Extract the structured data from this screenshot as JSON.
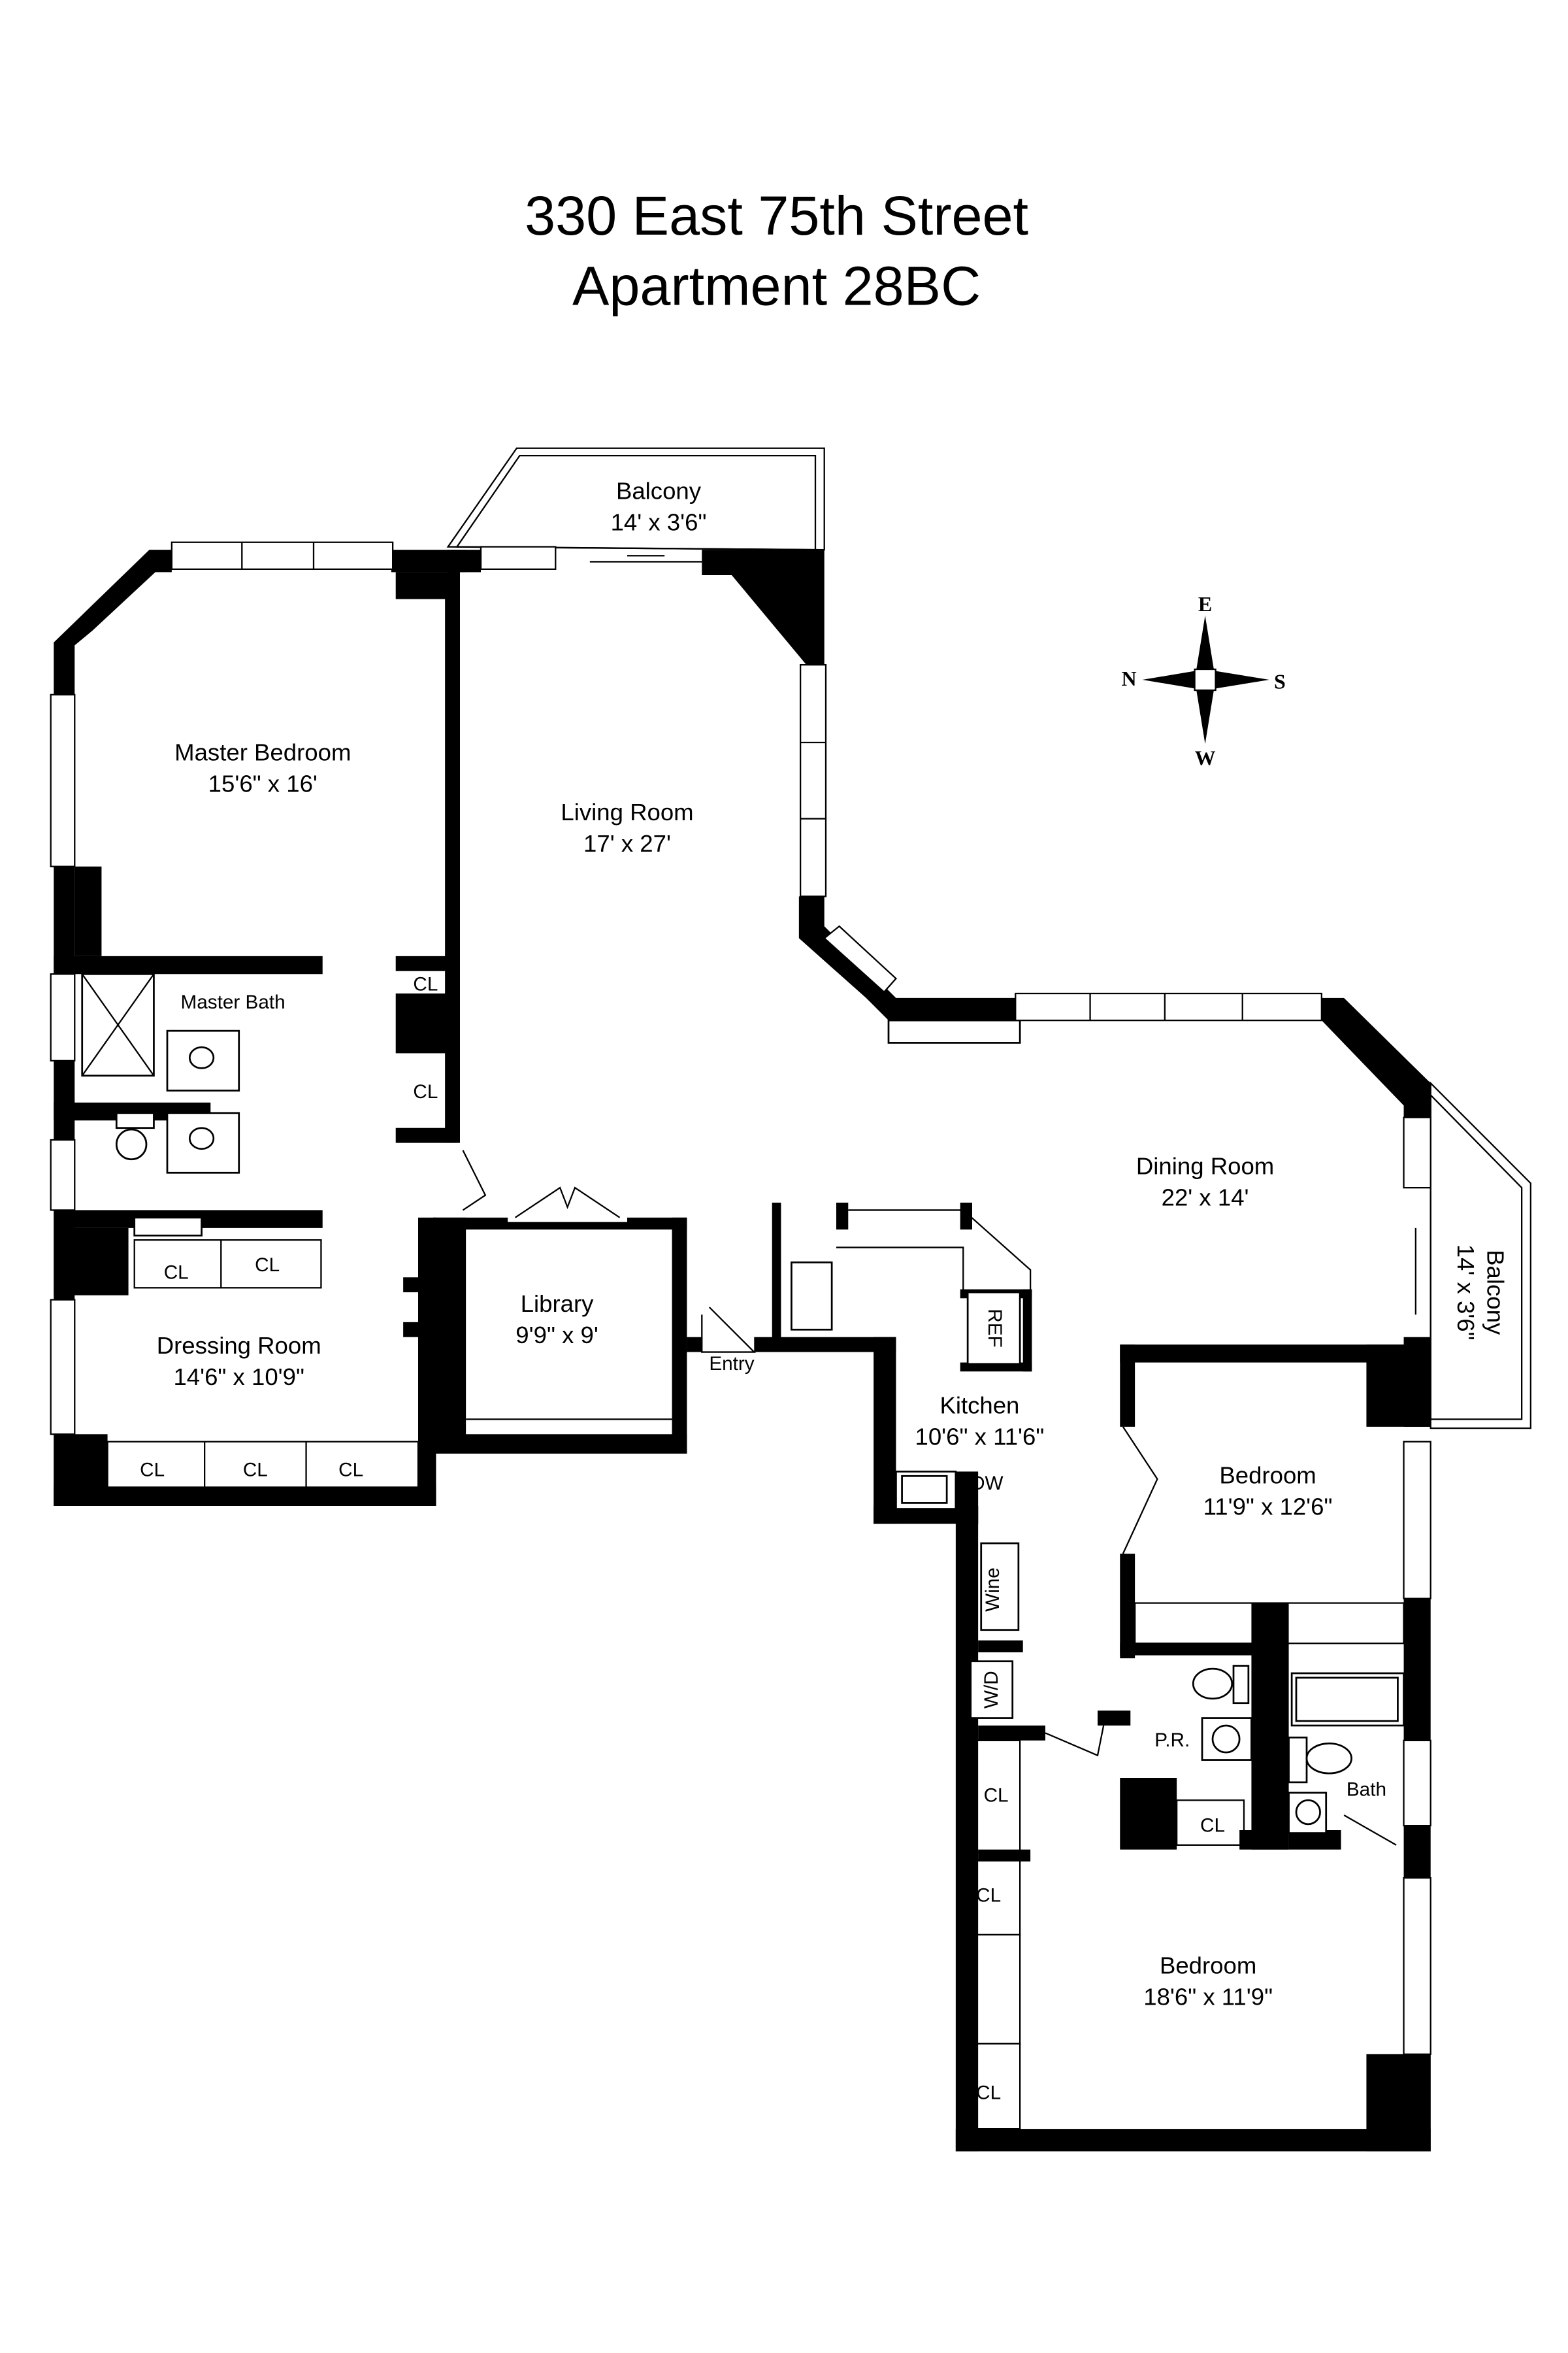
{
  "title": {
    "line1": "330 East 75th Street",
    "line2": "Apartment 28BC"
  },
  "compass": {
    "north": "N",
    "south": "S",
    "east": "E",
    "west": "W"
  },
  "rooms": {
    "balcony_top": {
      "name": "Balcony",
      "size": "14' x 3'6\""
    },
    "master_bedroom": {
      "name": "Master Bedroom",
      "size": "15'6\" x 16'"
    },
    "living_room": {
      "name": "Living Room",
      "size": "17' x 27'"
    },
    "master_bath": {
      "name": "Master Bath"
    },
    "dining_room": {
      "name": "Dining Room",
      "size": "22' x 14'"
    },
    "balcony_side": {
      "name": "Balcony",
      "size": "14' x 3'6\""
    },
    "library": {
      "name": "Library",
      "size": "9'9\" x 9'"
    },
    "dressing_room": {
      "name": "Dressing Room",
      "size": "14'6\" x 10'9\""
    },
    "entry": {
      "name": "Entry"
    },
    "kitchen": {
      "name": "Kitchen",
      "size": "10'6\" x 11'6\""
    },
    "bedroom_1": {
      "name": "Bedroom",
      "size": "11'9\" x 12'6\""
    },
    "bedroom_2": {
      "name": "Bedroom",
      "size": "18'6\" x 11'9\""
    },
    "powder_room": {
      "name": "P.R."
    },
    "bath": {
      "name": "Bath"
    }
  },
  "labels": {
    "closet": "CL",
    "ref": "REF",
    "dw": "DW",
    "wine": "Wine",
    "wd": "W/D"
  }
}
